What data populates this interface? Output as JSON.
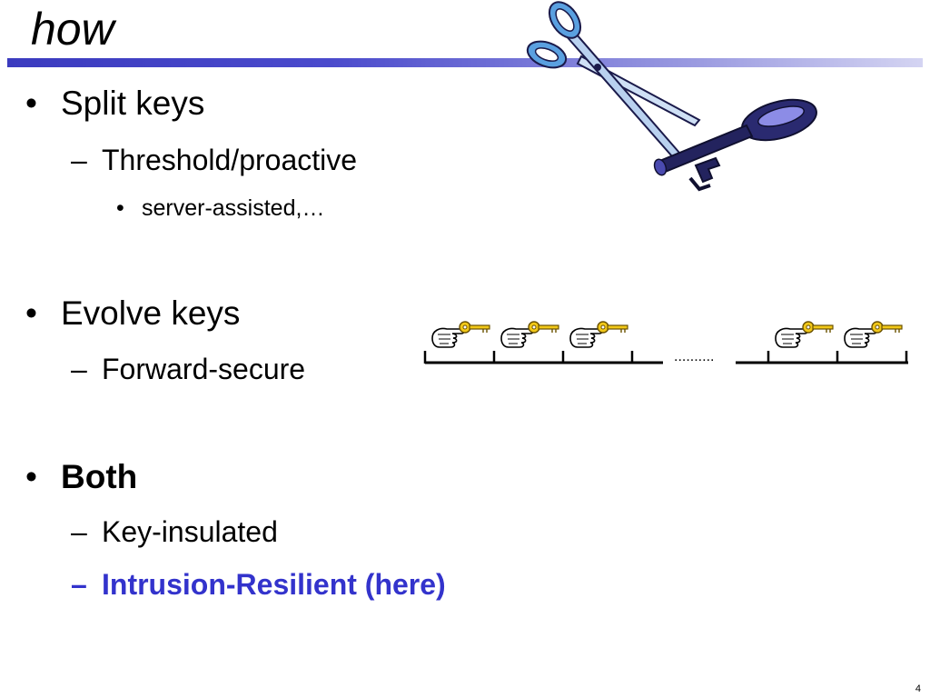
{
  "slide": {
    "title": "how",
    "page_number": "4",
    "accent_color": "#3333cc",
    "rule_color": "#3b3bbf"
  },
  "bullets": {
    "split": {
      "marker": "•",
      "label": "Split keys",
      "sub": {
        "marker": "–",
        "label": "Threshold/proactive",
        "sub": {
          "marker": "•",
          "label": "server-assisted,…"
        }
      }
    },
    "evolve": {
      "marker": "•",
      "label": "Evolve keys",
      "sub": {
        "marker": "–",
        "label": "Forward-secure"
      }
    },
    "both": {
      "marker": "•",
      "label": "Both",
      "subs": [
        {
          "marker": "–",
          "label": "Key-insulated"
        },
        {
          "marker": "–",
          "label": "Intrusion-Resilient (here)"
        }
      ]
    }
  },
  "timeline": {
    "ellipsis": "..........",
    "hand_key_icon": "hand-holding-key-icon",
    "key_count": 5
  },
  "illustration": {
    "scissors_icon": "scissors-icon",
    "key_icon": "key-icon"
  }
}
